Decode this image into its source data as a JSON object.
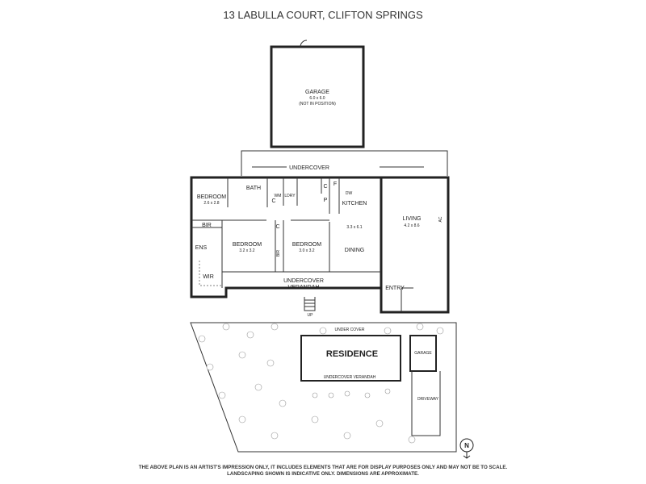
{
  "title": "13 LABULLA COURT, CLIFTON SPRINGS",
  "garage": {
    "label": "GARAGE",
    "size": "6.0 x 6.0",
    "note": "(NOT IN POSITION)"
  },
  "rooms": {
    "undercover": "UNDERCOVER",
    "bedroom1": {
      "label": "BEDROOM",
      "size": "2.6 x 2.8"
    },
    "bath": "BATH",
    "wm": "WM",
    "ldry": "LDRY",
    "c": "C",
    "p": "P",
    "f": "F",
    "dw": "DW",
    "kitchen": {
      "label": "KITCHEN",
      "size": "3.3 x 6.1"
    },
    "dining": "DINING",
    "living": {
      "label": "LIVING",
      "size": "4.2 x 8.6"
    },
    "ac": "AC",
    "bir": "BIR",
    "ens": "ENS",
    "wir": "WIR",
    "bedroom2": {
      "label": "BEDROOM",
      "size": "3.2 x 3.2"
    },
    "bedroom3": {
      "label": "BEDROOM",
      "size": "3.0 x 3.2"
    },
    "verandah": {
      "line1": "UNDERCOVER",
      "line2": "VERANDAH"
    },
    "entry": "ENTRY",
    "up": "UP"
  },
  "site": {
    "residence": "RESIDENCE",
    "under_cover": "UNDER COVER",
    "undercover_verandah": "UNDERCOVER VERANDAH",
    "garage": "GARAGE",
    "driveway": "DRIVEWAY",
    "north": "N"
  },
  "disclaimer": {
    "line1": "THE ABOVE PLAN IS AN ARTIST'S IMPRESSION ONLY, IT INCLUDES ELEMENTS THAT ARE FOR DISPLAY PURPOSES ONLY AND MAY NOT BE TO SCALE.",
    "line2": "LANDSCAPING SHOWN IS INDICATIVE ONLY. DIMENSIONS ARE APPROXIMATE."
  }
}
